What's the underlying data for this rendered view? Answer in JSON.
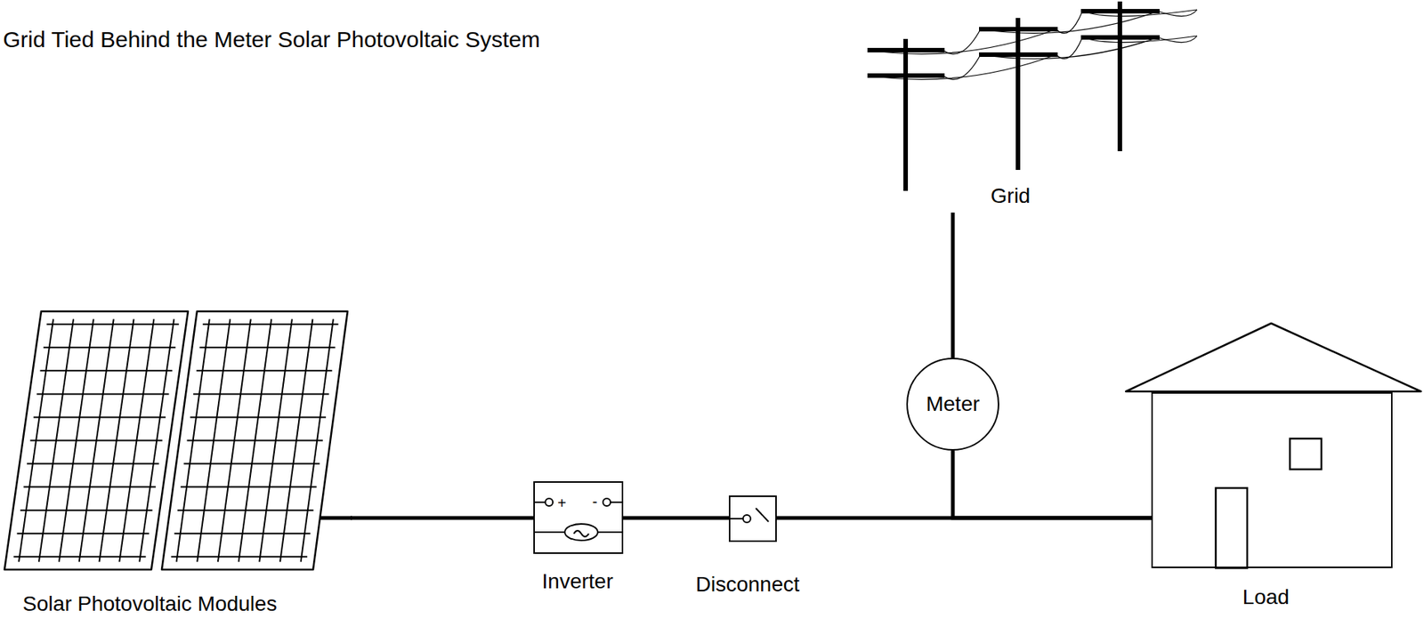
{
  "diagram": {
    "title": "Grid Tied Behind the Meter Solar Photovoltaic System",
    "nodes": [
      {
        "text": [
          "Solar Photovoltaic Modules"
        ]
      },
      {
        "text": [
          "Inverter"
        ]
      },
      {
        "text": [
          "Disconnect"
        ]
      },
      {
        "text": [
          "Meter"
        ]
      },
      {
        "text": [
          "Grid"
        ]
      },
      {
        "text": [
          "Load"
        ]
      }
    ],
    "edges": [
      {
        "from": 0,
        "to": 1,
        "arrow": "none"
      },
      {
        "from": 1,
        "to": 2,
        "arrow": "none"
      },
      {
        "from": 2,
        "to": 5,
        "arrow": "none"
      },
      {
        "from": 3,
        "to": 5,
        "arrow": "none"
      },
      {
        "from": 3,
        "to": 4,
        "arrow": "none"
      }
    ],
    "labels": [
      "+",
      "-"
    ]
  }
}
